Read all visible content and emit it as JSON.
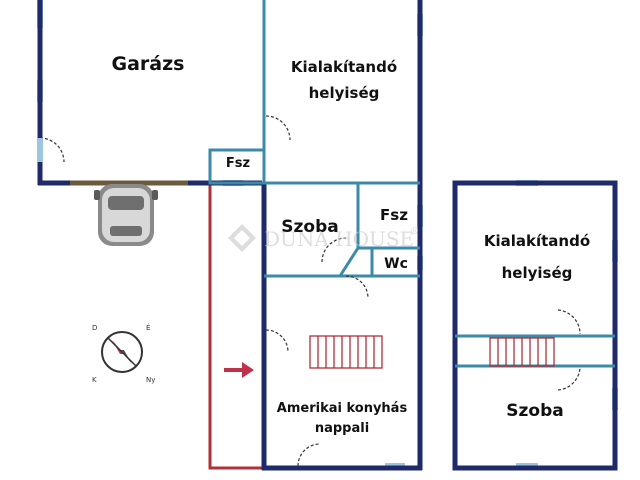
{
  "colors": {
    "outer_wall": "#1f2a6b",
    "inner_wall": "#3a8aa8",
    "window": "#9cc6dd",
    "garage_door": "#6b5a3e",
    "lot_line": "#b0303a",
    "stairs": "#b0303a",
    "entry_arrow": "#c0304a",
    "door_arc": "#333333"
  },
  "labels": {
    "garage": "Garázs",
    "room_to_be_built_1_line1": "Kialakítandó",
    "room_to_be_built_1_line2": "helyiség",
    "fsz_small": "Fsz",
    "bedroom_1": "Szoba",
    "fsz_right": "Fsz",
    "wc": "Wc",
    "living_line1": "Amerikai konyhás",
    "living_line2": "nappali",
    "room_to_be_built_2_line1": "Kialakítandó",
    "room_to_be_built_2_line2": "helyiség",
    "bedroom_2": "Szoba"
  },
  "watermark": {
    "text": "DUNA HOUSE",
    "mark": "®"
  },
  "icons": {
    "compass": "compass-icon",
    "car": "car-icon",
    "entry": "entry-arrow-icon",
    "logo": "duna-house-logo-icon"
  }
}
